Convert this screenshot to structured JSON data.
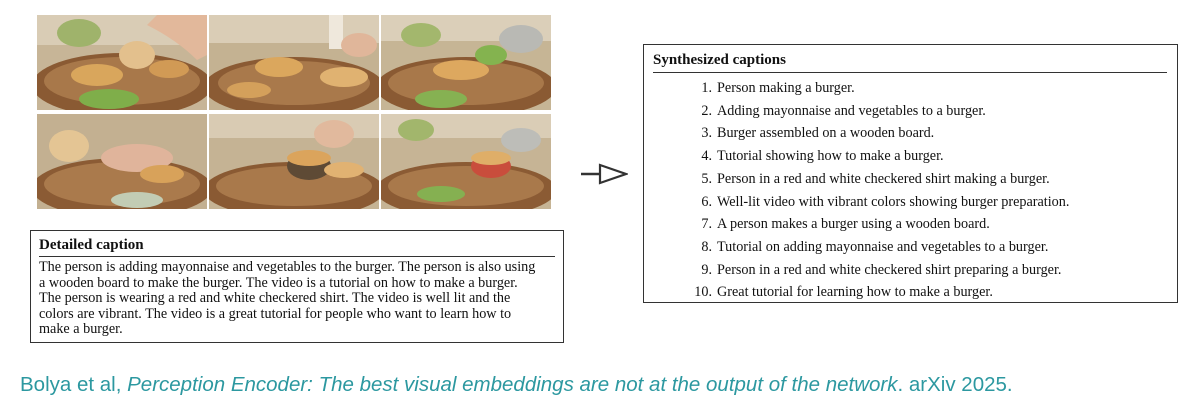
{
  "detailed_caption": {
    "heading": "Detailed caption",
    "lines": [
      "The person is adding mayonnaise and vegetables to the burger. The person is also using",
      "a wooden board to make the burger. The video is a tutorial on how to make a burger.",
      "The person is wearing a red and white checkered shirt. The video is well lit and the",
      "colors are vibrant. The video is a great tutorial for people who want to learn how to",
      "make a burger."
    ]
  },
  "synthesized_captions": {
    "heading": "Synthesized captions",
    "items": [
      {
        "num": "1.",
        "text": "Person making a burger."
      },
      {
        "num": "2.",
        "text": "Adding mayonnaise and vegetables to a burger."
      },
      {
        "num": "3.",
        "text": "Burger assembled on a wooden board."
      },
      {
        "num": "4.",
        "text": "Tutorial showing how to make a burger."
      },
      {
        "num": "5.",
        "text": "Person in a red and white checkered shirt making a burger."
      },
      {
        "num": "6.",
        "text": "Well-lit video with vibrant colors showing burger preparation."
      },
      {
        "num": "7.",
        "text": "A person makes a burger using a wooden board."
      },
      {
        "num": "8.",
        "text": "Tutorial on adding mayonnaise and vegetables to a burger."
      },
      {
        "num": "9.",
        "text": "Person in a red and white checkered shirt preparing a burger."
      },
      {
        "num": "10.",
        "text": "Great tutorial for learning how to make a burger."
      }
    ]
  },
  "arrow_icon": "right-arrow-icon",
  "citation": {
    "authors": "Bolya et al, ",
    "title": "Perception Encoder: The best visual embeddings are not at the output of the network",
    "venue": ". arXiv 2025.",
    "color": "#2c98a0"
  }
}
